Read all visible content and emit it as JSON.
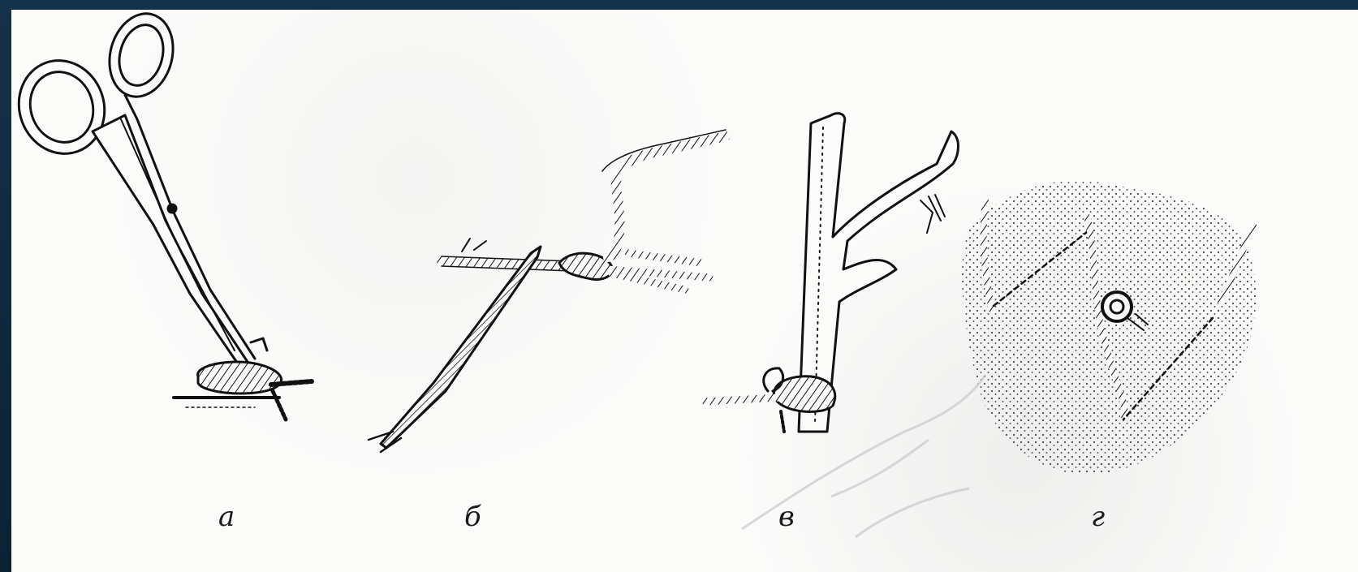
{
  "figure": {
    "captions": {
      "a": "а",
      "b": "б",
      "v": "в",
      "g": "г"
    }
  }
}
